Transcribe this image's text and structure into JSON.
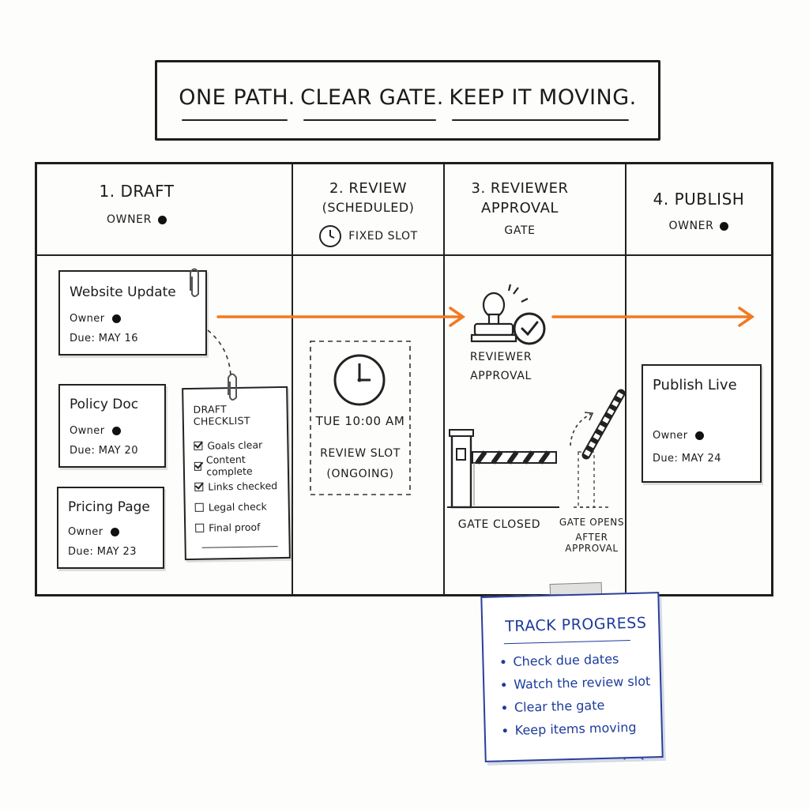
{
  "title": {
    "phrases": [
      "ONE PATH.",
      "CLEAR GATE.",
      "KEEP IT MOVING."
    ]
  },
  "columns": [
    {
      "heading": "1. DRAFT",
      "subtitle": "OWNER"
    },
    {
      "heading_line1": "2. REVIEW",
      "heading_line2": "(SCHEDULED)",
      "subtitle": "FIXED SLOT"
    },
    {
      "heading_line1": "3. REVIEWER",
      "heading_line2": "APPROVAL",
      "subtitle": "GATE"
    },
    {
      "heading": "4. PUBLISH",
      "subtitle": "OWNER"
    }
  ],
  "draft_cards": [
    {
      "title": "Website Update",
      "owner_label": "Owner",
      "due": "Due: MAY 16"
    },
    {
      "title": "Policy Doc",
      "owner_label": "Owner",
      "due": "Due: MAY 20"
    },
    {
      "title": "Pricing Page",
      "owner_label": "Owner",
      "due": "Due: MAY 23"
    }
  ],
  "checklist": {
    "title": "DRAFT CHECKLIST",
    "items": [
      {
        "label": "Goals clear",
        "checked": true
      },
      {
        "label": "Content complete",
        "checked": true
      },
      {
        "label": "Links checked",
        "checked": true
      },
      {
        "label": "Legal check",
        "checked": false
      },
      {
        "label": "Final proof",
        "checked": false
      }
    ]
  },
  "review_slot": {
    "time": "TUE 10:00 AM",
    "label_line1": "REVIEW SLOT",
    "label_line2": "(ONGOING)"
  },
  "approval": {
    "label_line1": "REVIEWER",
    "label_line2": "APPROVAL",
    "gate_closed": "GATE CLOSED",
    "gate_opens_line1": "GATE OPENS",
    "gate_opens_line2": "AFTER APPROVAL"
  },
  "publish_card": {
    "title": "Publish Live",
    "owner_label": "Owner",
    "due": "Due: MAY 24"
  },
  "note": {
    "title": "TRACK PROGRESS",
    "items": [
      "Check due dates",
      "Watch the review slot",
      "Clear the gate",
      "Keep items moving"
    ]
  },
  "colors": {
    "arrow": "#f07a21",
    "ink": "#1b1b1b",
    "note_ink": "#1d3b9c"
  },
  "icons": [
    "paperclip-icon",
    "clock-icon",
    "stamp-icon",
    "check-circle-icon",
    "gate-barrier-icon",
    "star-icon"
  ]
}
